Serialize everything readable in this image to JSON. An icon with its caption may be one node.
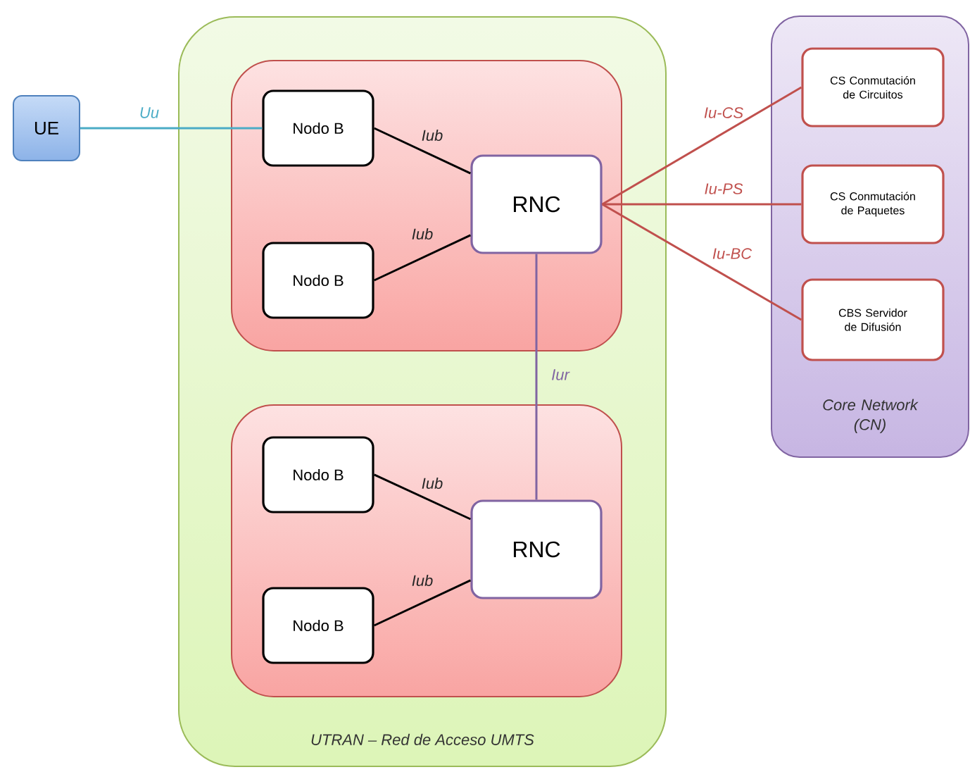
{
  "diagram": {
    "nodes": [
      {
        "text": [
          "UE"
        ]
      },
      {
        "text": [
          "UTRAN – Red de Acceso UMTS"
        ]
      },
      {
        "text": [],
        "shape": "box",
        "in": 1
      },
      {
        "text": [
          "Nodo B"
        ],
        "in": 2
      },
      {
        "text": [
          "Nodo B"
        ],
        "in": 2
      },
      {
        "text": [
          "RNC"
        ],
        "in": 2
      },
      {
        "text": [],
        "shape": "box",
        "in": 1
      },
      {
        "text": [
          "Nodo B"
        ],
        "in": 6
      },
      {
        "text": [
          "Nodo B"
        ],
        "in": 6
      },
      {
        "text": [
          "RNC"
        ],
        "in": 6
      },
      {
        "text": [
          "Core Network (CN)"
        ]
      },
      {
        "text": [
          "CS Conmutación de Circuitos"
        ],
        "in": 10
      },
      {
        "text": [
          "CS Conmutación de Paquetes"
        ],
        "in": 10
      },
      {
        "text": [
          "CBS Servidor de Difusión"
        ],
        "in": 10
      }
    ],
    "edges": [
      {
        "from": 0,
        "to": 3,
        "arrow": "none",
        "label": "Uu",
        "color": "#4bacc6"
      },
      {
        "from": 3,
        "to": 5,
        "arrow": "none",
        "label": "Iub"
      },
      {
        "from": 4,
        "to": 5,
        "arrow": "none",
        "label": "Iub"
      },
      {
        "from": 5,
        "to": 9,
        "arrow": "none",
        "label": "Iur",
        "color": "#8064a2"
      },
      {
        "from": 7,
        "to": 9,
        "arrow": "none",
        "label": "Iub"
      },
      {
        "from": 8,
        "to": 9,
        "arrow": "none",
        "label": "Iub"
      },
      {
        "from": 5,
        "to": 11,
        "arrow": "none",
        "label": "Iu-CS",
        "color": "#c0504d"
      },
      {
        "from": 5,
        "to": 12,
        "arrow": "none",
        "label": "Iu-PS",
        "color": "#c0504d"
      },
      {
        "from": 5,
        "to": 13,
        "arrow": "none",
        "label": "Iu-BC",
        "color": "#c0504d"
      }
    ]
  }
}
